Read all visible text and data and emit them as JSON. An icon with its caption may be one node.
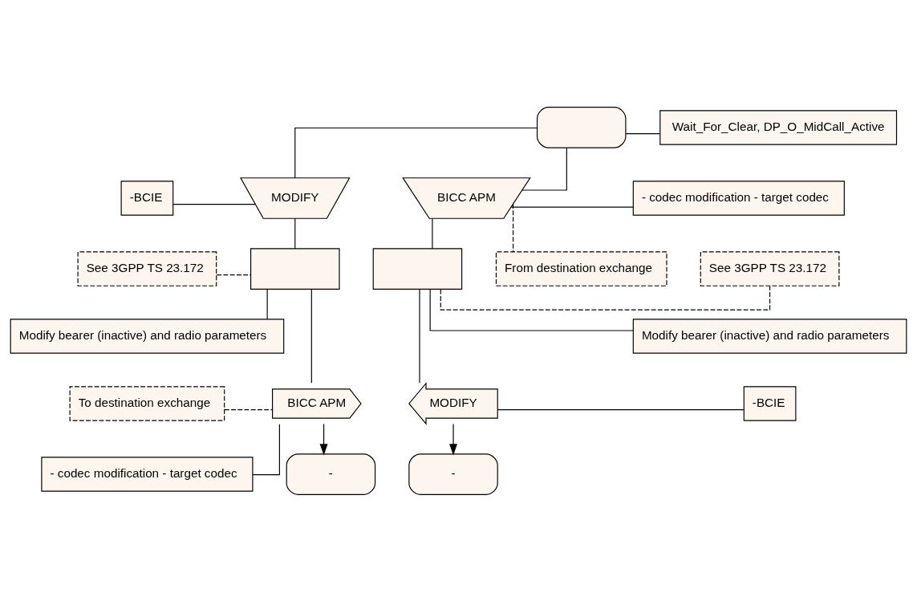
{
  "diagram": {
    "nodes": [
      {
        "text": [],
        "shape": "box"
      },
      {
        "text": [
          "Wait_For_Clear, DP_O_MidCall_Active"
        ]
      },
      {
        "text": [
          "MODIFY"
        ]
      },
      {
        "text": [
          "-BCIE"
        ]
      },
      {
        "text": [],
        "shape": "box"
      },
      {
        "text": [
          "See 3GPP TS 23.172"
        ]
      },
      {
        "text": [
          "Modify bearer (inactive) and radio parameters"
        ]
      },
      {
        "text": [
          "BICC APM"
        ]
      },
      {
        "text": [
          "To destination exchange"
        ]
      },
      {
        "text": [
          "- codec modification - target codec"
        ]
      },
      {
        "text": [
          "-"
        ]
      },
      {
        "text": [
          "BICC APM"
        ]
      },
      {
        "text": [
          "From destination exchange"
        ]
      },
      {
        "text": [
          "- codec modification - target codec"
        ]
      },
      {
        "text": [],
        "shape": "box"
      },
      {
        "text": [
          "See 3GPP TS 23.172"
        ]
      },
      {
        "text": [
          "Modify bearer (inactive) and radio parameters"
        ]
      },
      {
        "text": [
          "MODIFY"
        ]
      },
      {
        "text": [
          "-BCIE"
        ]
      },
      {
        "text": [
          "-"
        ]
      }
    ],
    "edges": [
      {
        "from": 0,
        "to": 1,
        "arrow": "none"
      },
      {
        "from": 0,
        "to": 2,
        "arrow": "none"
      },
      {
        "from": 0,
        "to": 11,
        "arrow": "none"
      },
      {
        "from": 3,
        "to": 2,
        "arrow": "none"
      },
      {
        "from": 2,
        "to": 4,
        "arrow": "none"
      },
      {
        "from": 5,
        "to": 4,
        "arrow": "none",
        "style": "dashed"
      },
      {
        "from": 6,
        "to": 4,
        "arrow": "none"
      },
      {
        "from": 4,
        "to": 7,
        "arrow": "none"
      },
      {
        "from": 8,
        "to": 7,
        "arrow": "none",
        "style": "dashed"
      },
      {
        "from": 9,
        "to": 7,
        "arrow": "none"
      },
      {
        "from": 7,
        "to": 10,
        "arrow": "to"
      },
      {
        "from": 11,
        "to": 12,
        "arrow": "none",
        "style": "dashed"
      },
      {
        "from": 11,
        "to": 13,
        "arrow": "none"
      },
      {
        "from": 11,
        "to": 14,
        "arrow": "none"
      },
      {
        "from": 14,
        "to": 15,
        "arrow": "none",
        "style": "dashed"
      },
      {
        "from": 14,
        "to": 16,
        "arrow": "none"
      },
      {
        "from": 14,
        "to": 17,
        "arrow": "none"
      },
      {
        "from": 17,
        "to": 18,
        "arrow": "none"
      },
      {
        "from": 17,
        "to": 19,
        "arrow": "to"
      }
    ]
  }
}
